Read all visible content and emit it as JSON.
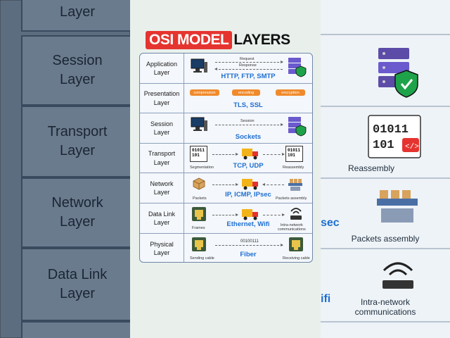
{
  "title": {
    "highlight": "OSI MODEL",
    "rest": "LAYERS"
  },
  "background_left": [
    "Layer",
    "Session\nLayer",
    "Transport\nLayer",
    "Network\nLayer",
    "Data Link\nLayer"
  ],
  "background_right": {
    "reassembly": "Reassembly",
    "packets_assembly": "Packets assembly",
    "intra": "Intra-network\ncommunications",
    "sec": "sec",
    "ifi": "ifi",
    "bin": "01011\n101"
  },
  "layers": [
    {
      "name": "Application\nLayer",
      "protocols": "HTTP, FTP, SMTP",
      "top": "Request",
      "bottom": "Response"
    },
    {
      "name": "Presentation\nLayer",
      "protocols": "TLS, SSL",
      "pills": [
        "compression",
        "encoding",
        "encryption"
      ]
    },
    {
      "name": "Session\nLayer",
      "protocols": "Sockets",
      "top": "Session"
    },
    {
      "name": "Transport\nLayer",
      "protocols": "TCP, UDP",
      "left": "Segmentation",
      "right": "Reassembly",
      "bin": "01011\n101"
    },
    {
      "name": "Network\nLayer",
      "protocols": "IP, ICMP, IPsec",
      "left": "Packets",
      "right": "Packets assembly"
    },
    {
      "name": "Data Link\nLayer",
      "protocols": "Ethernet, Wifi",
      "left": "Frames",
      "right": "Intra-network\ncommunications"
    },
    {
      "name": "Physical\nLayer",
      "protocols": "Fiber",
      "left": "Sending cable",
      "right": "Receiving cable",
      "bits": "00100111"
    }
  ],
  "colors": {
    "accent": "#e5342f",
    "protocol": "#1e6fd1",
    "pill": "#f08a2c",
    "server": "#6a5acd",
    "shield": "#1fa34a"
  }
}
